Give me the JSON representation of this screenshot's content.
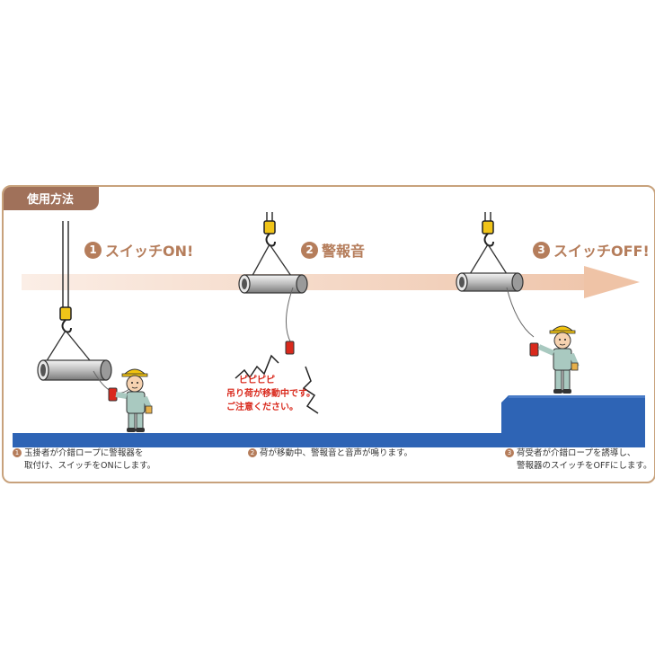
{
  "header": {
    "tab_label": "使用方法"
  },
  "steps": [
    {
      "num": "1",
      "title": "スイッチON!",
      "caption_line1": "玉掛者が介錯ロープに警報器を",
      "caption_line2": "取付け、スイッチをONにします。"
    },
    {
      "num": "2",
      "title": "警報音",
      "caption_line1": "荷が移動中、警報音と音声が鳴ります。",
      "caption_line2": ""
    },
    {
      "num": "3",
      "title": "スイッチOFF!",
      "caption_line1": "荷受者が介錯ロープを誘導し、",
      "caption_line2": "警報器のスイッチをOFFにします。"
    }
  ],
  "alarm": {
    "sound": "ピピピピ",
    "line1": "吊り荷が移動中です。",
    "line2": "ご注意ください。"
  },
  "colors": {
    "frame": "#c8a27c",
    "tab": "#a0715a",
    "accent": "#b57d5b",
    "arrow": "#f2d5c3",
    "ground": "#2e64b5",
    "alarm_text": "#d9291c"
  }
}
